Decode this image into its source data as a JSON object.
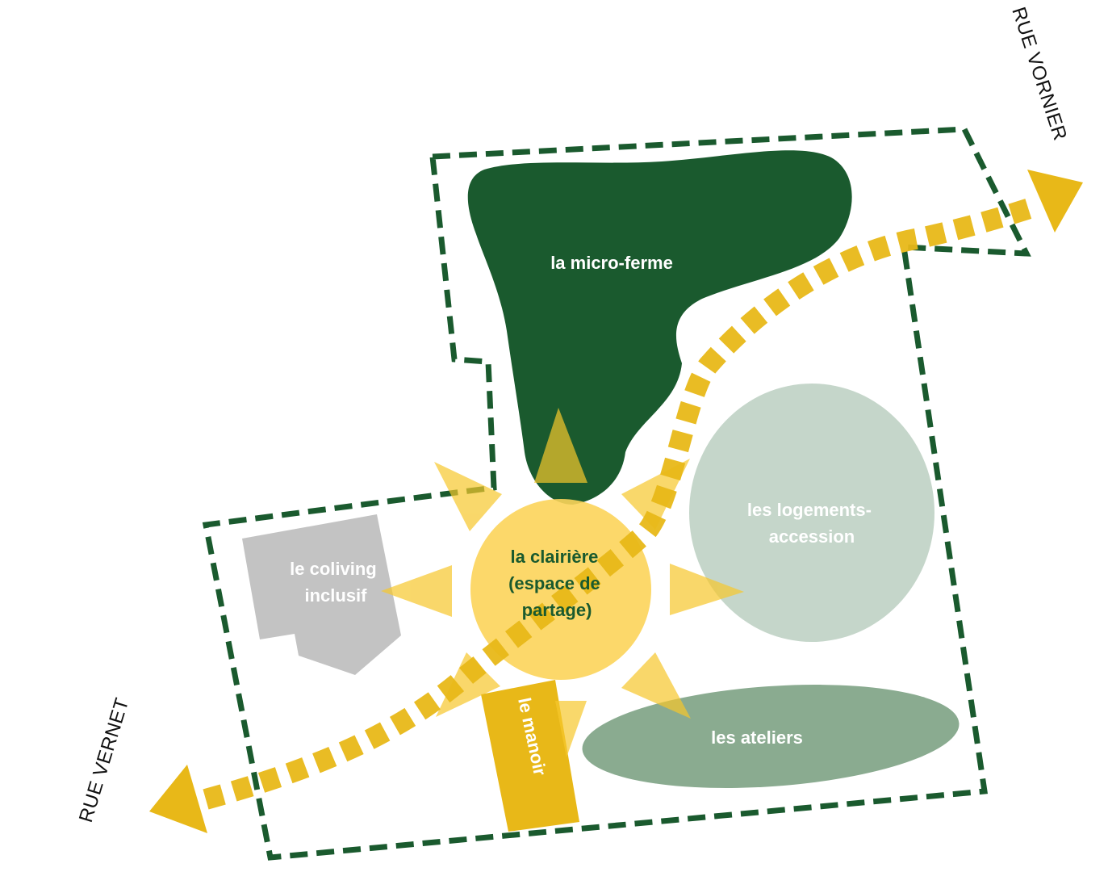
{
  "streets": {
    "vornier": "RUE VORNIER",
    "vernet": "RUE VERNET"
  },
  "zones": {
    "micro_ferme": [
      "la micro-ferme"
    ],
    "clairiere": [
      "la clairière",
      "(espace de",
      "partage)"
    ],
    "logements": [
      "les logements-",
      "accession"
    ],
    "coliving": [
      "le coliving",
      "inclusif"
    ],
    "manoir": [
      "le manoir"
    ],
    "ateliers": [
      "les ateliers"
    ]
  },
  "colors": {
    "boundary": "#1a5a2e",
    "micro_ferme": "#1a5a2e",
    "path": "#e8b818",
    "clairiere": "#fcd45a",
    "logements": "#c5d6ca",
    "coliving": "#c3c3c3",
    "manoir": "#e8b818",
    "ateliers": "#8aab90"
  }
}
